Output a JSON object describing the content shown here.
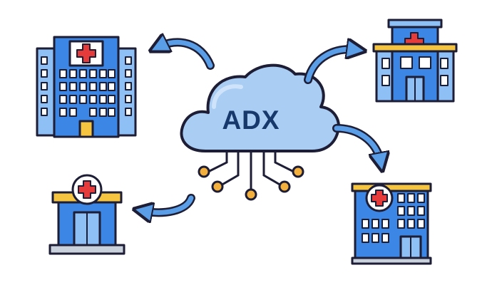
{
  "cloud": {
    "label": "ADX"
  },
  "colors": {
    "outline": "#1d1d35",
    "building_blue": "#3c87e6",
    "building_light": "#8fc0f5",
    "window": "#ffffff",
    "cross_red": "#e63b3b",
    "cloud_fill": "#a9cdf3",
    "cloud_light": "#cfe4fa",
    "cloud_text": "#17386b",
    "arrow_blue": "#5a9ee8",
    "node_gold": "#f4b03c",
    "accent_yellow": "#f5c542",
    "base_gray": "#c9d1dc"
  },
  "hospitals": [
    {
      "id": "top-left",
      "style": "tall-tower"
    },
    {
      "id": "top-right",
      "style": "clinic-with-canopy"
    },
    {
      "id": "bottom-left",
      "style": "small-clinic"
    },
    {
      "id": "bottom-right",
      "style": "mid-rise"
    }
  ],
  "arrows": [
    "to-top-left",
    "to-top-right",
    "to-bottom-left",
    "to-bottom-right"
  ]
}
